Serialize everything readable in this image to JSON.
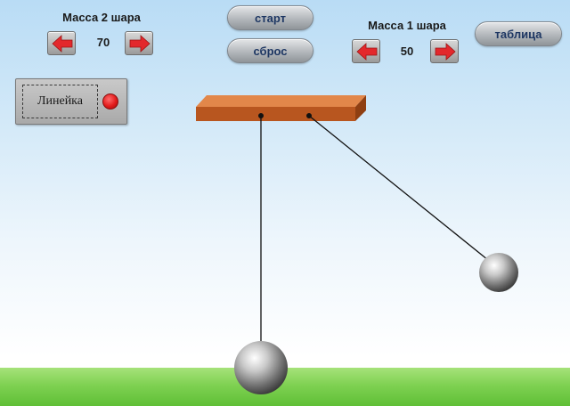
{
  "controls": {
    "mass2": {
      "label": "Масса 2 шара",
      "value": "70"
    },
    "mass1": {
      "label": "Масса 1 шара",
      "value": "50"
    },
    "start_label": "старт",
    "reset_label": "сброс",
    "table_label": "таблица",
    "ruler_label": "Линейка"
  },
  "icons": {
    "decrease": "left-arrow-icon",
    "increase": "right-arrow-icon",
    "ruler_toggle": "red-dot-icon"
  },
  "colors": {
    "arrow": "#e3282c",
    "beam": "#b8561f",
    "button_text": "#1e3763",
    "sky_top": "#b9dcf5",
    "grass": "#7fd152"
  }
}
